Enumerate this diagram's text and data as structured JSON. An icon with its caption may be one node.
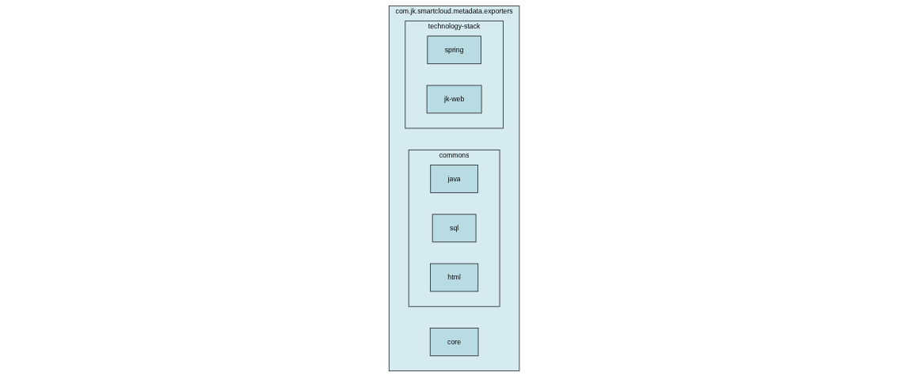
{
  "diagram": {
    "nodes": [
      {
        "text": [
          "com.jk.smartcloud.metadata.exporters"
        ]
      },
      {
        "text": [
          "core"
        ],
        "in": 0
      },
      {
        "text": [
          "commons"
        ],
        "in": 0
      },
      {
        "text": [
          "java"
        ],
        "in": 2
      },
      {
        "text": [
          "sql"
        ],
        "in": 2
      },
      {
        "text": [
          "html"
        ],
        "in": 2
      },
      {
        "text": [
          "technology-stack"
        ],
        "in": 0
      },
      {
        "text": [
          "spring"
        ],
        "in": 6
      },
      {
        "text": [
          "jk-web"
        ],
        "in": 6
      }
    ]
  }
}
